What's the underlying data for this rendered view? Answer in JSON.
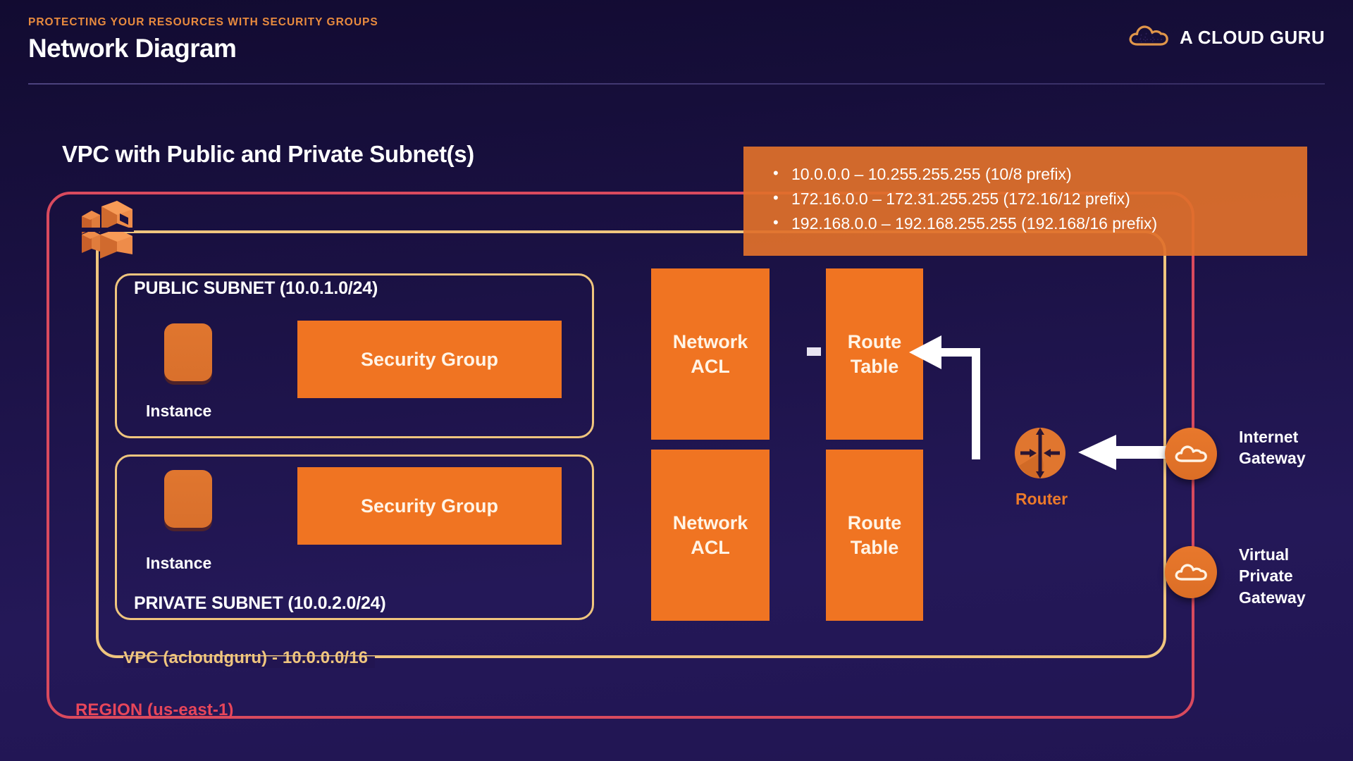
{
  "header": {
    "eyebrow": "PROTECTING YOUR RESOURCES WITH SECURITY GROUPS",
    "title": "Network Diagram",
    "brand": "A CLOUD GURU",
    "brand_icon": "cloud-outline-icon"
  },
  "diagram": {
    "title": "VPC with Public and Private Subnet(s)",
    "region_label": "REGION (us-east-1)",
    "vpc_label": "VPC (acloudguru) - 10.0.0.0/16",
    "vpc_icon": "aws-vpc-icon",
    "subnets": [
      {
        "label": "PUBLIC SUBNET (10.0.1.0/24)",
        "instance_label": "Instance",
        "instance_icon": "ec2-instance-icon",
        "security_group_label": "Security Group"
      },
      {
        "label": "PRIVATE SUBNET (10.0.2.0/24)",
        "instance_label": "Instance",
        "instance_icon": "ec2-instance-icon",
        "security_group_label": "Security Group"
      }
    ],
    "network_components": [
      {
        "label": "Network\nACL",
        "line1": "Network",
        "line2": "ACL"
      },
      {
        "label": "Route\nTable",
        "line1": "Route",
        "line2": "Table"
      },
      {
        "label": "Network\nACL",
        "line1": "Network",
        "line2": "ACL"
      },
      {
        "label": "Route\nTable",
        "line1": "Route",
        "line2": "Table"
      }
    ],
    "router": {
      "label": "Router",
      "icon": "router-icon"
    },
    "gateways": [
      {
        "line1": "Internet",
        "line2": "Gateway",
        "icon": "cloud-gateway-icon"
      },
      {
        "line1": "Virtual",
        "line2": "Private",
        "line3": "Gateway",
        "icon": "cloud-gateway-icon"
      }
    ],
    "arrows": [
      {
        "name": "route-table-inbound-arrow",
        "direction": "left-up-L"
      },
      {
        "name": "internet-gateway-to-router-arrow",
        "direction": "left"
      }
    ]
  },
  "ip_callout": {
    "items": [
      "10.0.0.0 – 10.255.255.255 (10/8 prefix)",
      "172.16.0.0 – 172.31.255.255 (172.16/12 prefix)",
      "192.168.0.0 – 192.168.255.255 (192.168/16 prefix)"
    ]
  },
  "colors": {
    "background_top": "#120B31",
    "background_bottom": "#241858",
    "accent_orange": "#F07422",
    "instance_orange": "#E0762F",
    "vpc_gold": "#EFC57E",
    "region_red": "#D94A5E",
    "region_label_red": "#E8465A",
    "eyebrow_orange": "#E98B3F",
    "text_white": "#FFFFFF",
    "box_text": "#FFF4E6"
  }
}
